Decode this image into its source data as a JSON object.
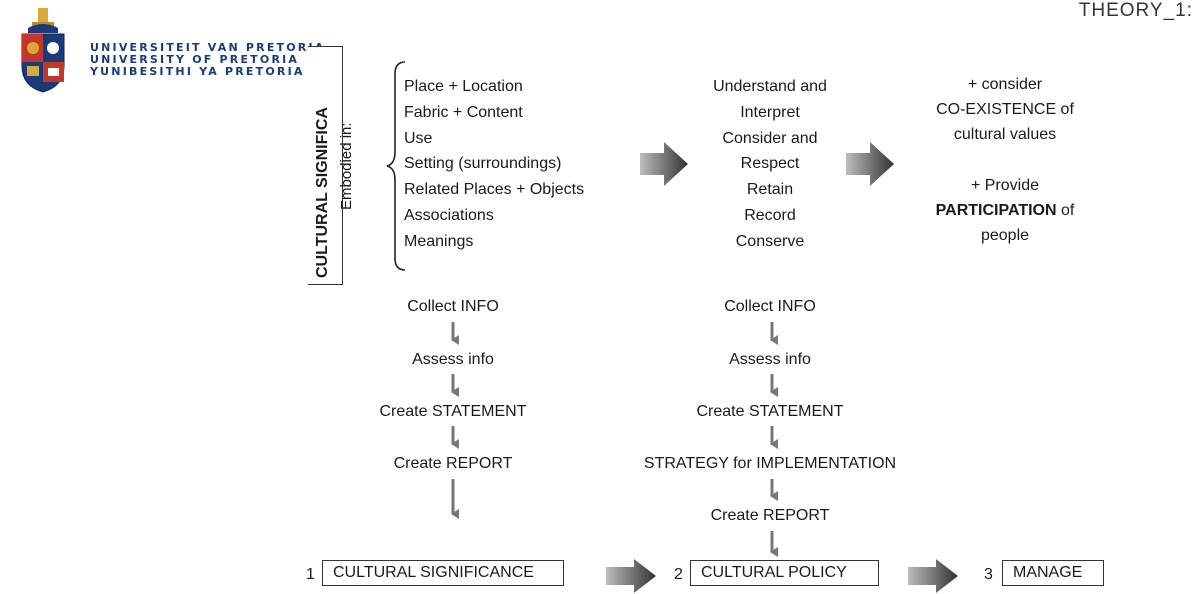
{
  "header": {
    "label": "THEORY_1:"
  },
  "university": {
    "names": [
      "UNIVERSITEIT VAN PRETORIA",
      "UNIVERSITY OF PRETORIA",
      "YUNIBESITHI YA PRETORIA"
    ],
    "colors": {
      "blue": "#1b3a7a",
      "red": "#c0392b",
      "gold": "#d9a93a"
    }
  },
  "cultural_sig_panel": {
    "vertical_title": "CULTURAL SIGNIFICA",
    "vertical_subtitle": "Embodied in:",
    "items": [
      "Place + Location",
      "Fabric + Content",
      "Use",
      "Setting (surroundings)",
      "Related Places + Objects",
      "Associations",
      "Meanings"
    ]
  },
  "actions_panel": {
    "items": [
      "Understand and",
      "Interpret",
      "Consider and",
      "Respect",
      "Retain",
      "Record",
      "Conserve"
    ]
  },
  "consider_panel": {
    "line1": "+ consider",
    "line2": "CO-EXISTENCE of",
    "line3": "cultural values",
    "line4": "+ Provide",
    "line5_bold": "PARTICIPATION",
    "line5_rest": " of",
    "line6": "people"
  },
  "left_flow": {
    "steps": [
      "Collect INFO",
      "Assess info",
      "Create STATEMENT",
      "Create REPORT"
    ]
  },
  "middle_flow": {
    "steps": [
      "Collect INFO",
      "Assess info",
      "Create STATEMENT",
      "STRATEGY for IMPLEMENTATION",
      "Create REPORT"
    ]
  },
  "stages": [
    {
      "number": "1",
      "label": "CULTURAL SIGNIFICANCE"
    },
    {
      "number": "2",
      "label": "CULTURAL POLICY"
    },
    {
      "number": "3",
      "label": "MANAGE"
    }
  ],
  "arrow_color": "#777777"
}
